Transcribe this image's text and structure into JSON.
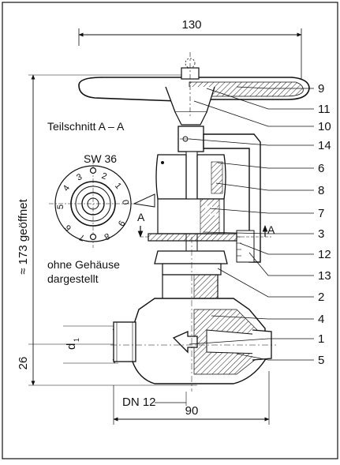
{
  "dimensions": {
    "width_top": "130",
    "height_open": "≈ 173 geöffnet",
    "height_lower": "26",
    "width_bottom": "90",
    "nominal_size": "DN 12",
    "d1": "d",
    "d1_sub": "1"
  },
  "labels": {
    "section": "Teilschnitt A – A",
    "wrench": "SW 36",
    "note_line1": "ohne Gehäuse",
    "note_line2": "dargestellt",
    "cut_left": "A",
    "cut_right": "A"
  },
  "dial_numbers": [
    "3",
    "2",
    "1",
    "0",
    "9",
    "8",
    "7",
    "6",
    "5",
    "4"
  ],
  "callouts": [
    "9",
    "11",
    "10",
    "14",
    "6",
    "8",
    "7",
    "3",
    "12",
    "13",
    "2",
    "4",
    "1",
    "5"
  ]
}
